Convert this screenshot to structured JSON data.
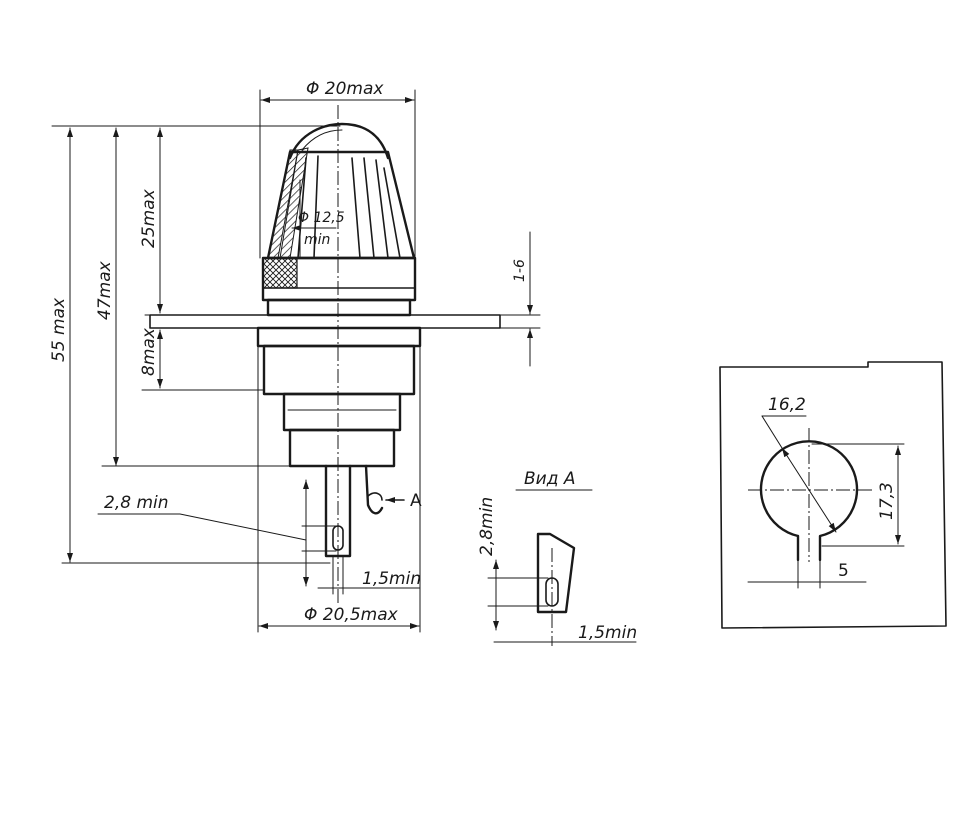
{
  "main_view": {
    "dim_top_diameter": "Φ 20max",
    "dim_bottom_diameter": "Φ 20,5max",
    "dim_inner_diameter": "Φ 12,5",
    "dim_inner_diameter_min": "min",
    "dim_height_55": "55 max",
    "dim_height_47": "47max",
    "dim_height_25": "25max",
    "dim_height_8": "8max",
    "dim_panel_thickness": "1-6",
    "dim_terminal_gap": "2,8 min",
    "dim_terminal_width": "1,5min",
    "view_marker": "A"
  },
  "view_a": {
    "title": "Вид А",
    "dim_hole": "2,8min",
    "dim_width": "1,5min"
  },
  "cutout_view": {
    "dim_diameter": "16,2",
    "dim_height": "17,3",
    "dim_slot": "5"
  }
}
